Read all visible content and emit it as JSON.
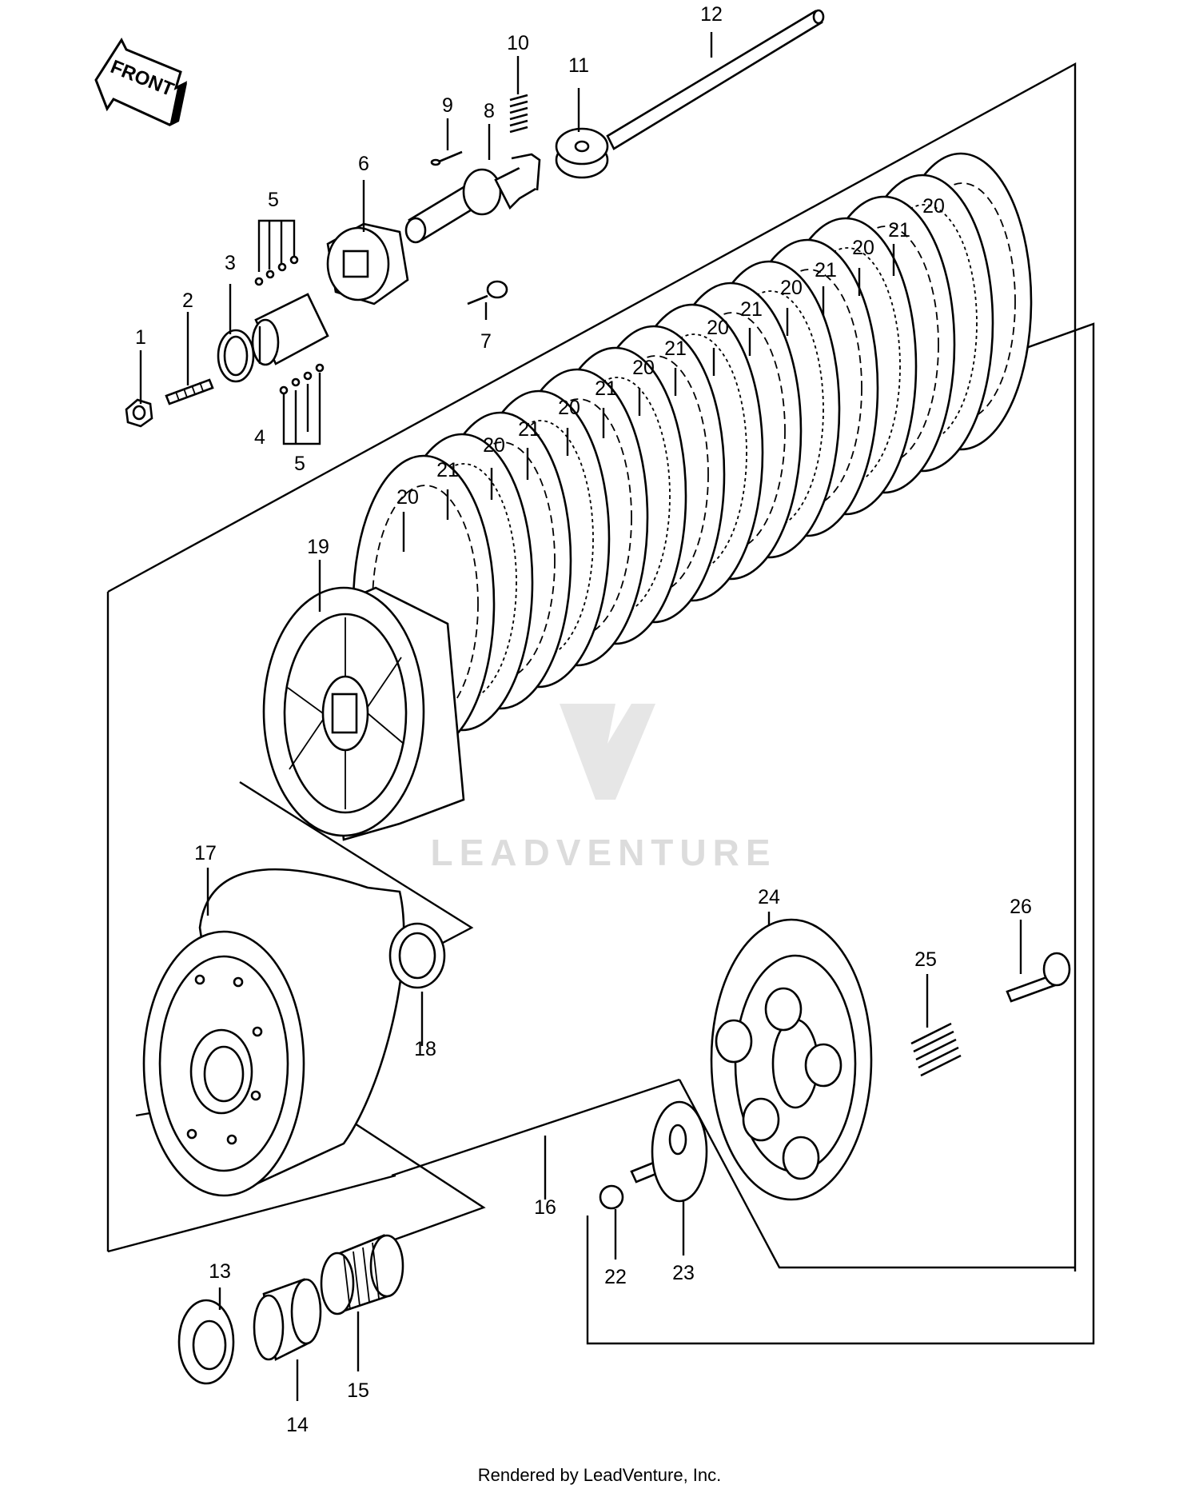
{
  "direction_arrow": {
    "text": "FRONT"
  },
  "watermark": {
    "text": "LEADVENTURE"
  },
  "footer": {
    "text": "Rendered by LeadVenture, Inc."
  },
  "callouts": {
    "c1": "1",
    "c2": "2",
    "c3": "3",
    "c4": "4",
    "c5a": "5",
    "c5b": "5",
    "c6": "6",
    "c7": "7",
    "c8": "8",
    "c9": "9",
    "c10": "10",
    "c11": "11",
    "c12": "12",
    "c13": "13",
    "c14": "14",
    "c15": "15",
    "c16": "16",
    "c17": "17",
    "c18": "18",
    "c19": "19",
    "c20a": "20",
    "c20b": "20",
    "c20c": "20",
    "c20d": "20",
    "c20e": "20",
    "c20f": "20",
    "c20g": "20",
    "c20h": "20",
    "c21a": "21",
    "c21b": "21",
    "c21c": "21",
    "c21d": "21",
    "c21e": "21",
    "c21f": "21",
    "c21g": "21",
    "c22": "22",
    "c23": "23",
    "c24": "24",
    "c25": "25",
    "c26": "26"
  }
}
